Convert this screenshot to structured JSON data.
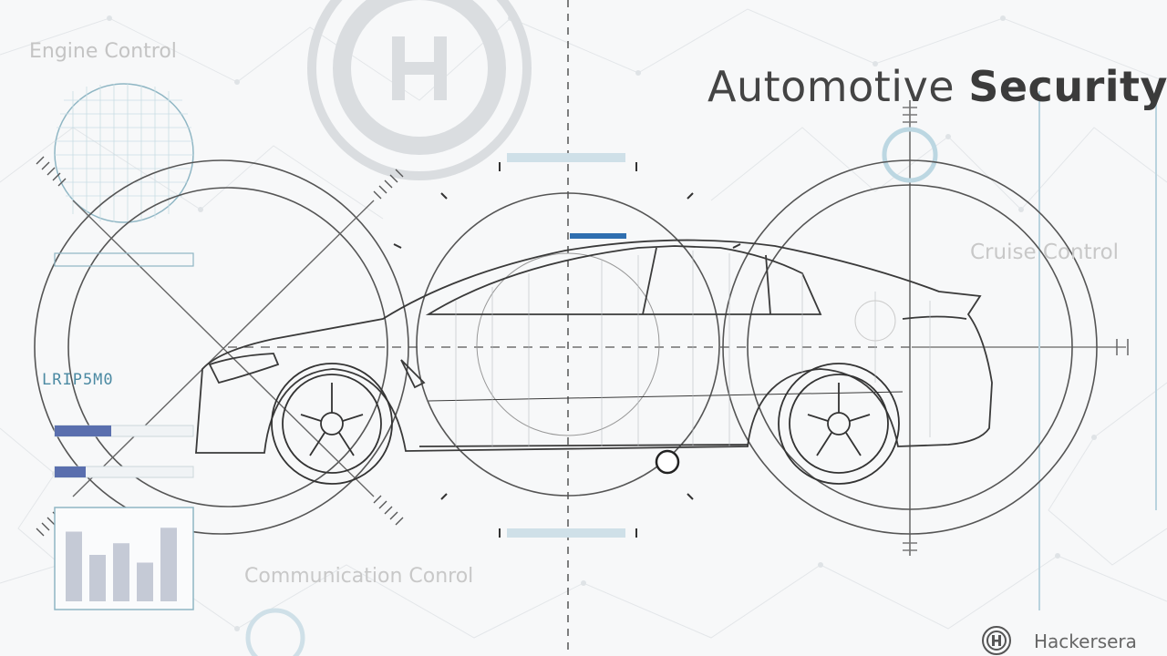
{
  "title": {
    "light": "Automotive ",
    "bold": "Security"
  },
  "labels": {
    "engine": "Engine Control",
    "cruise": "Cruise Control",
    "communication": "Communication Conrol",
    "code": "LRIP5M0"
  },
  "brand": {
    "name": "Hackersera",
    "icon": "hackersera-logo-icon"
  },
  "colors": {
    "accent_blue": "#2f6fb0",
    "line": "#3a3a3a",
    "faint": "#cfd4d8",
    "teal_text": "#4c8aa3"
  },
  "bar_chart": {
    "values": [
      0.9,
      0.6,
      0.75,
      0.5,
      0.95
    ]
  }
}
